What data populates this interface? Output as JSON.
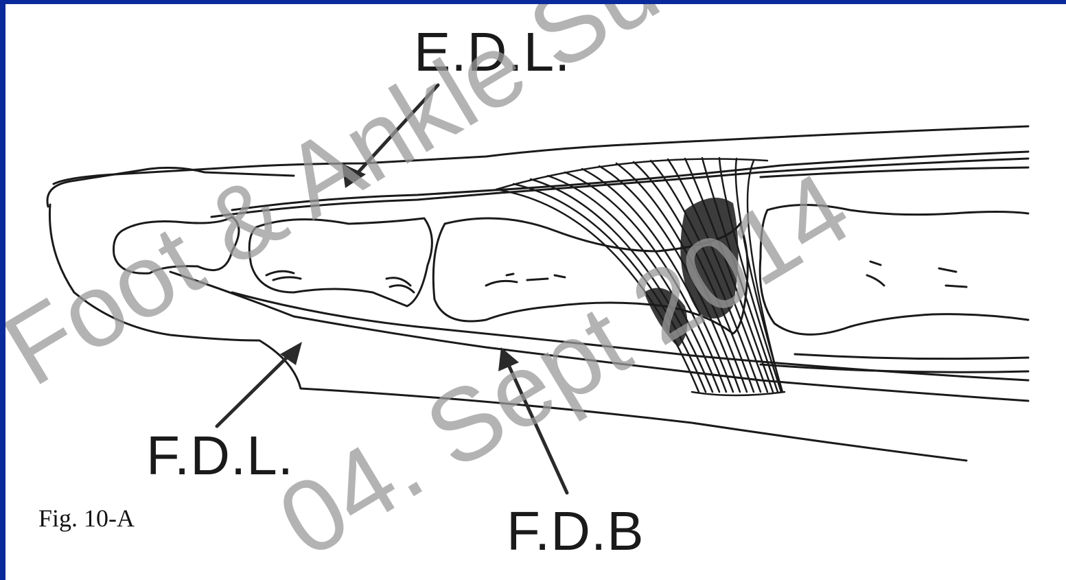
{
  "labels": {
    "edl": "E.D.L.",
    "fdl": "F.D.L.",
    "fdb": "F.D.B"
  },
  "figure_caption": "Fig. 10-A",
  "watermark": {
    "line1": "Foot & Ankle Surge",
    "line2": "04. Sept 2014"
  },
  "colors": {
    "frame_border": "#0a2a9c",
    "ink": "#1a1a1a",
    "watermark": "#9a9a9a"
  }
}
